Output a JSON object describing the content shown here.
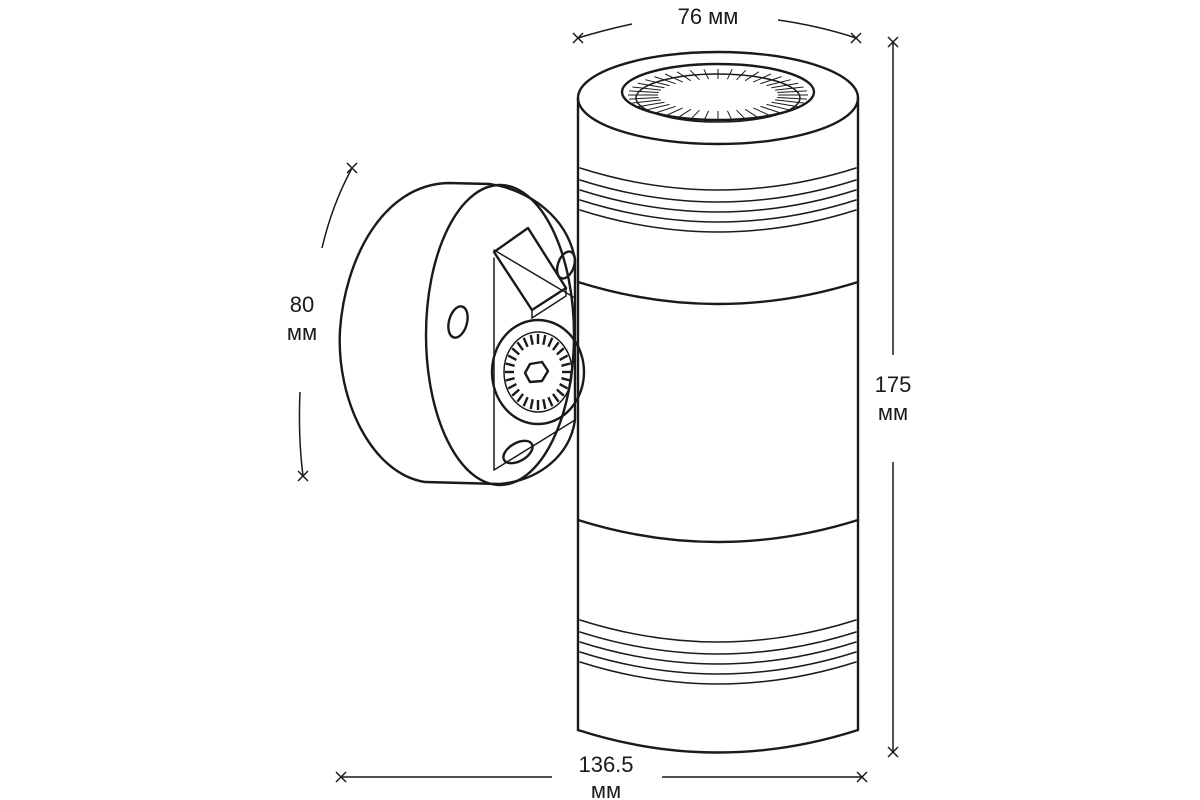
{
  "dimensions": {
    "width_top": {
      "value": "76 мм"
    },
    "height_right": {
      "value": "175",
      "unit": "мм"
    },
    "depth_bottom": {
      "value": "136.5",
      "unit": "мм"
    },
    "base_diameter": {
      "value": "80",
      "unit": "мм"
    }
  },
  "colors": {
    "line": "#1a1a1a",
    "background": "#ffffff"
  }
}
